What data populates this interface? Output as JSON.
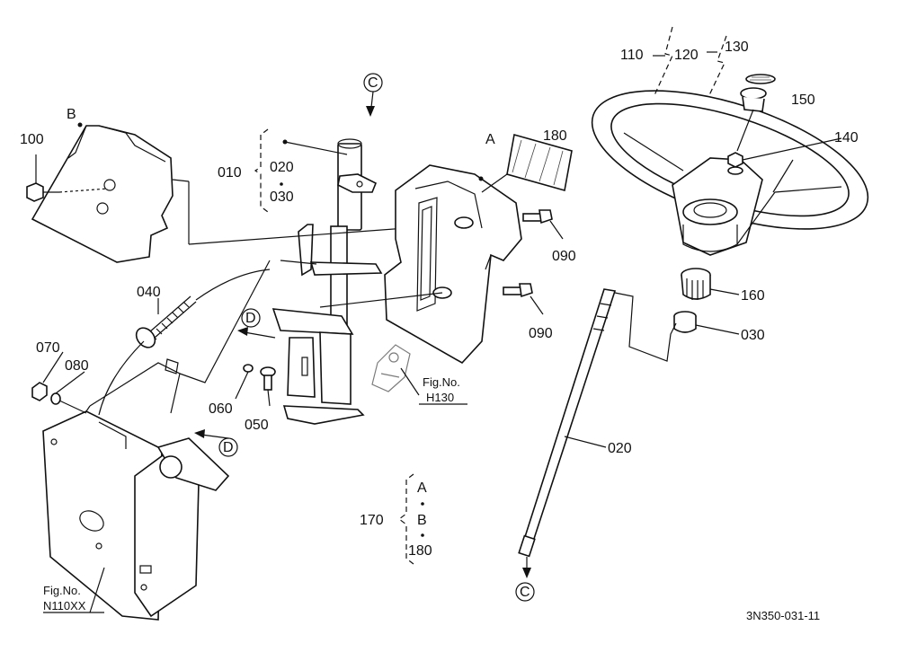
{
  "labels": {
    "p010": "010",
    "p020a": "020",
    "p030a": "030",
    "p020b": "020",
    "p030b": "030",
    "p040": "040",
    "p050": "050",
    "p060": "060",
    "p070": "070",
    "p080": "080",
    "p090a": "090",
    "p090b": "090",
    "p100": "100",
    "p110": "110",
    "p120": "120",
    "p130": "130",
    "p140": "140",
    "p150": "150",
    "p160": "160",
    "p170": "170",
    "p180a": "180",
    "p180b": "180",
    "refA1": "A",
    "refA2": "A",
    "refB1": "B",
    "refB2": "B",
    "refC1": "C",
    "refC2": "C",
    "refD1": "D",
    "refD2": "D",
    "fig1_title": "Fig.No.",
    "fig1_num": "H130",
    "fig2_title": "Fig.No.",
    "fig2_num": "N110XX",
    "drawing_code": "3N350-031-11"
  }
}
